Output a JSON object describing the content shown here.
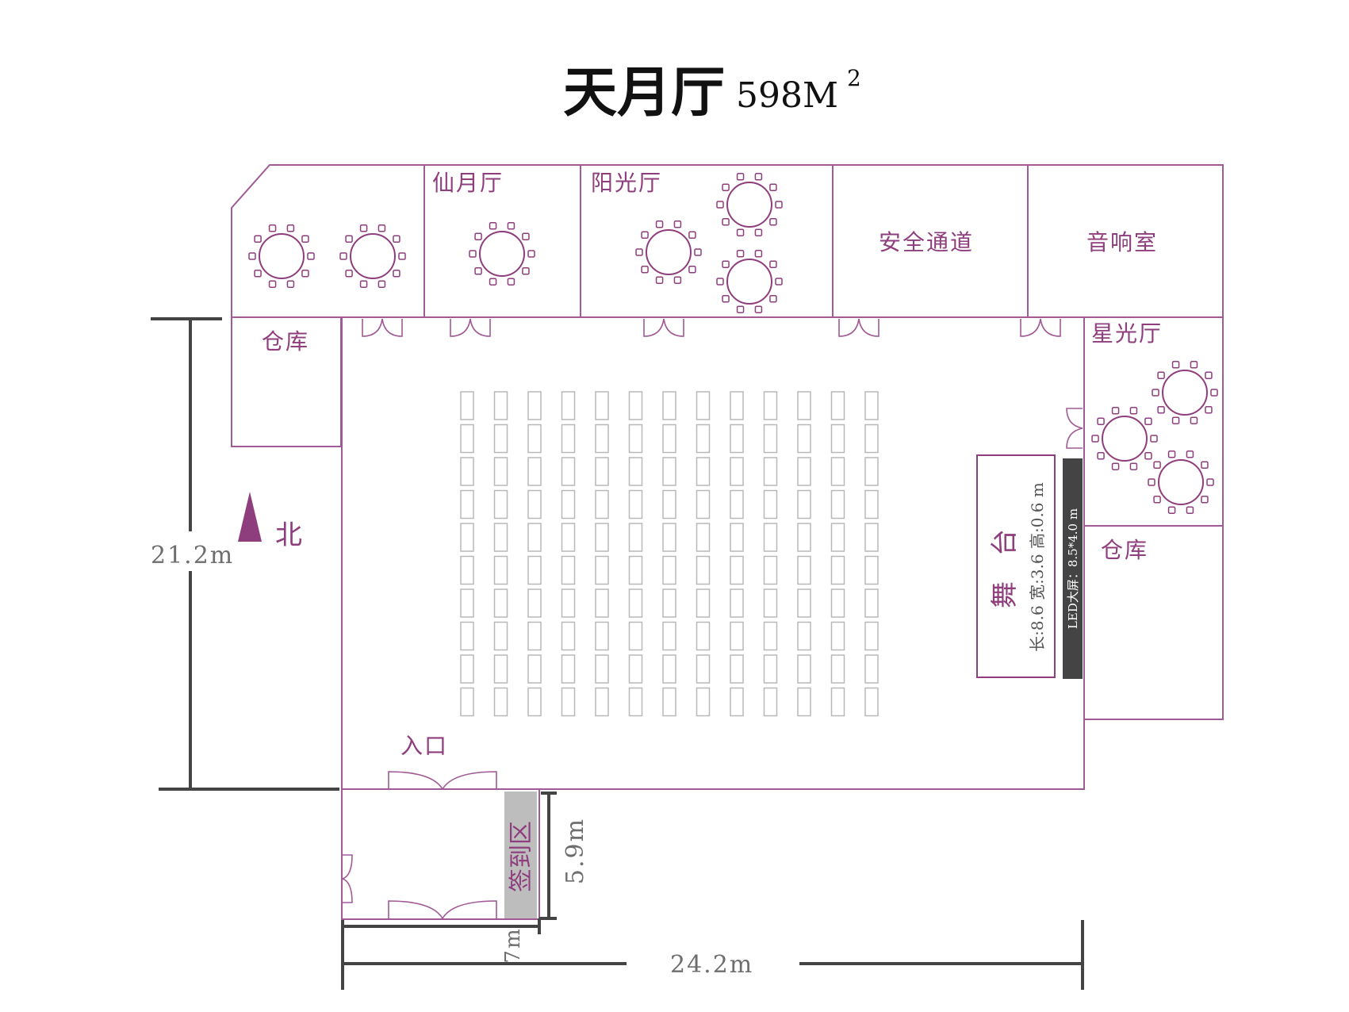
{
  "title": {
    "name": "天月厅",
    "area": "598M",
    "area_sup": "2"
  },
  "rooms": {
    "xianyue": "仙月厅",
    "yangguang": "阳光厅",
    "safety_passage": "安全通道",
    "sound_room": "音响室",
    "storage_left": "仓库",
    "xingguang": "星光厅",
    "storage_right": "仓库",
    "entrance": "入口",
    "signin": "签到区"
  },
  "stage": {
    "title_1": "舞",
    "title_2": "台",
    "dimensions": "长:8.6 宽:3.6 高:0.6 m",
    "led": "LED大屏：8.5*4.0 m"
  },
  "compass": {
    "north": "北"
  },
  "dimensions": {
    "height": "21.2m",
    "width": "24.2m",
    "foyer_depth": "5.9m",
    "foyer_width": "7m"
  },
  "seating": {
    "columns": 13,
    "rows": 10
  },
  "colors": {
    "accent": "#8e3d7d",
    "wall": "#a05a95",
    "led": "#444444",
    "signin": "#bdbdbd"
  }
}
